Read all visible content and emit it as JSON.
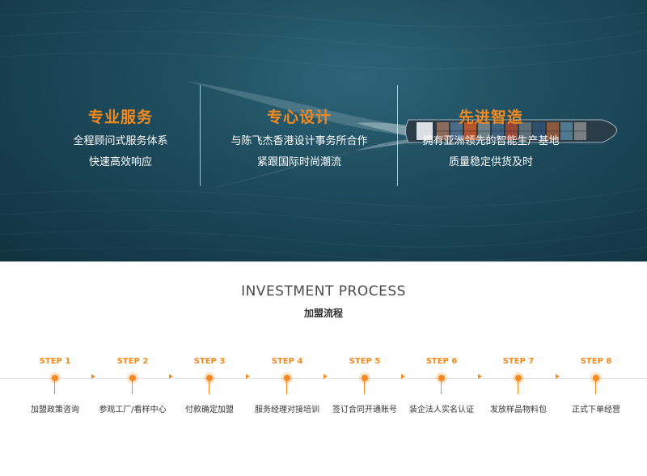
{
  "colors": {
    "accent": "#f28a1f",
    "sea_dark": "#11323f",
    "sea_light": "#2e6478",
    "text_dark": "#333333"
  },
  "hero": {
    "features": [
      {
        "title": "专业服务",
        "lines": [
          "全程顾问式服务体系",
          "快速高效响应"
        ]
      },
      {
        "title": "专心设计",
        "lines": [
          "与陈飞杰香港设计事务所合作",
          "紧跟国际时尚潮流"
        ]
      },
      {
        "title": "先进智造",
        "lines": [
          "拥有亚洲领先的智能生产基地",
          "质量稳定供货及时"
        ]
      }
    ]
  },
  "process": {
    "title": "INVESTMENT PROCESS",
    "subtitle": "加盟流程",
    "steps": [
      {
        "label": "STEP 1",
        "name": "加盟政策咨询"
      },
      {
        "label": "STEP 2",
        "name": "参观工厂/看样中心"
      },
      {
        "label": "STEP 3",
        "name": "付款确定加盟"
      },
      {
        "label": "STEP 4",
        "name": "服务经理对接培训"
      },
      {
        "label": "STEP 5",
        "name": "签订合同开通账号"
      },
      {
        "label": "STEP 6",
        "name": "装企法人实名认证"
      },
      {
        "label": "STEP 7",
        "name": "发放样品物料包"
      },
      {
        "label": "STEP 8",
        "name": "正式下单经营"
      }
    ]
  }
}
